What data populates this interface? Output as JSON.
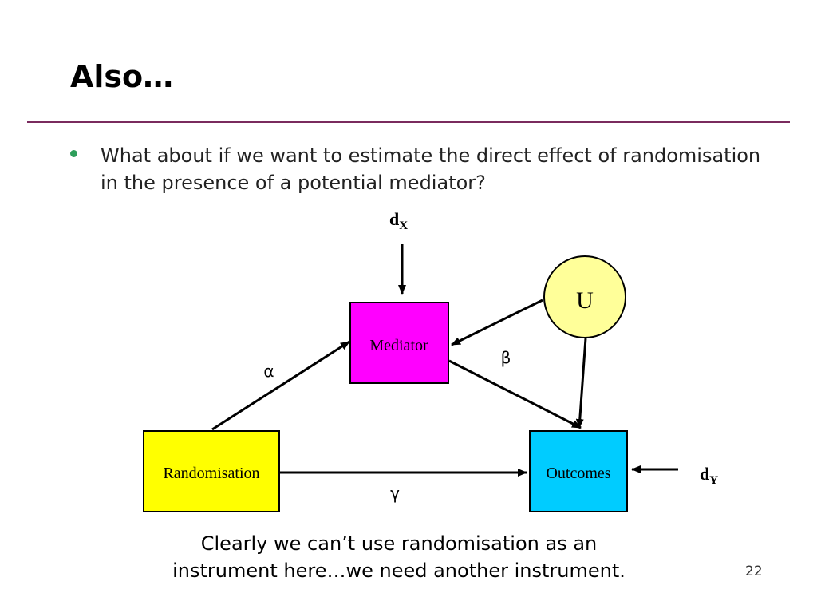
{
  "slide": {
    "title": "Also…",
    "bullet": "What about if we want to estimate the direct effect of randomisation in the presence of a potential mediator?",
    "footnote_line1": "Clearly we can’t use randomisation as an",
    "footnote_line2": "instrument here…we need another instrument.",
    "page_number": "22"
  },
  "diagram": {
    "nodes": {
      "mediator": {
        "label": "Mediator",
        "fill": "#ff00ff"
      },
      "randomisation": {
        "label": "Randomisation",
        "fill": "#ffff00"
      },
      "outcomes": {
        "label": "Outcomes",
        "fill": "#00ccff"
      },
      "confounder": {
        "label": "U",
        "fill": "#ffff99"
      }
    },
    "edge_labels": {
      "alpha": "α",
      "beta": "β",
      "gamma": "γ"
    },
    "disturbances": {
      "dx": {
        "base": "d",
        "sub": "X"
      },
      "dy": {
        "base": "d",
        "sub": "Y"
      }
    }
  },
  "colors": {
    "rule": "#7a2b5e",
    "bullet": "#2e9e5b"
  }
}
